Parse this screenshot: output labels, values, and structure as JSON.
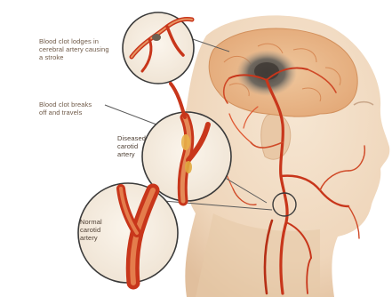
{
  "figure": {
    "callouts": {
      "clot_lodges": "Blood clot lodges in\ncerebral artery causing\na stroke",
      "clot_breaks": "Blood clot breaks\noff and travels",
      "diseased": "Diseased\ncarotid\nartery",
      "normal": "Normal\ncarotid\nartery"
    },
    "caption": ""
  },
  "colors": {
    "skin": "#f1dcc3",
    "skin_shadow": "#e3c4a3",
    "artery": "#c8361b",
    "artery_light": "#e27d4f",
    "brain": "#e9b98a",
    "clot": "#5c5248",
    "lens_border": "#3a3a3a",
    "label_text": "#6f5a48"
  }
}
